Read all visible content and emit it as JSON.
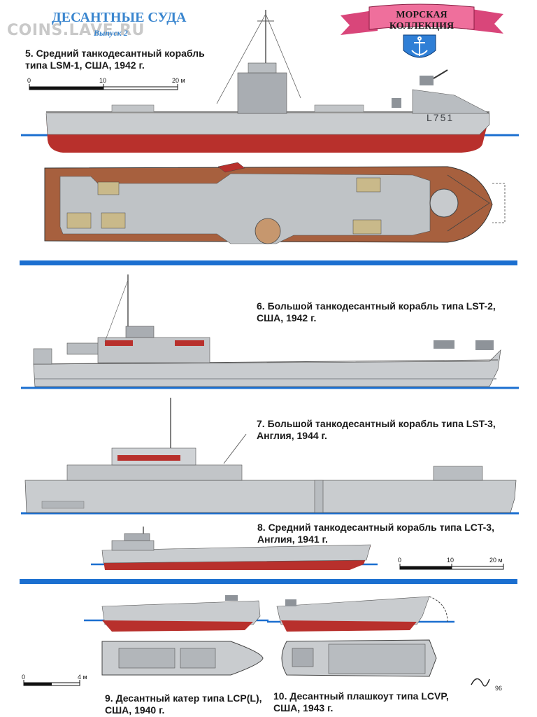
{
  "header": {
    "watermark": "COINS.LAVE.RU",
    "title": "ДЕСАНТНЫЕ СУДА",
    "issue": "Выпуск 2",
    "banner": "МОРСКАЯ КОЛЛЕКЦИЯ"
  },
  "ships": [
    {
      "line1": "5. Средний танкодесантный корабль",
      "line2": "типа LSM-1, США, 1942 г.",
      "hull_number": "L751"
    },
    {
      "line1": "6. Большой танкодесантный корабль типа LST-2,",
      "line2": "США, 1942 г."
    },
    {
      "line1": "7. Большой танкодесантный корабль типа LST-3,",
      "line2": "Англия, 1944 г."
    },
    {
      "line1": "8. Средний танкодесантный корабль типа LCT-3,",
      "line2": "Англия, 1941 г."
    },
    {
      "line1": "9. Десантный катер типа LCP(L),",
      "line2": "США, 1940 г."
    },
    {
      "line1": "10. Десантный плашкоут типа LCVP,",
      "line2": "США, 1943 г."
    }
  ],
  "scales": {
    "top": [
      "0",
      "10",
      "20 м"
    ],
    "mid": [
      "0",
      "10",
      "20 м"
    ],
    "bottom": [
      "0",
      "4 м"
    ]
  },
  "signature": "96",
  "colors": {
    "water": "#1b6fd0",
    "hull_grey": "#c9cccf",
    "hull_red": "#b8302c",
    "deck_brown": "#a7603e",
    "deck_grey": "#bfc3c6",
    "header_blue": "#3a86cf",
    "banner_pink": "#e45b8b"
  }
}
